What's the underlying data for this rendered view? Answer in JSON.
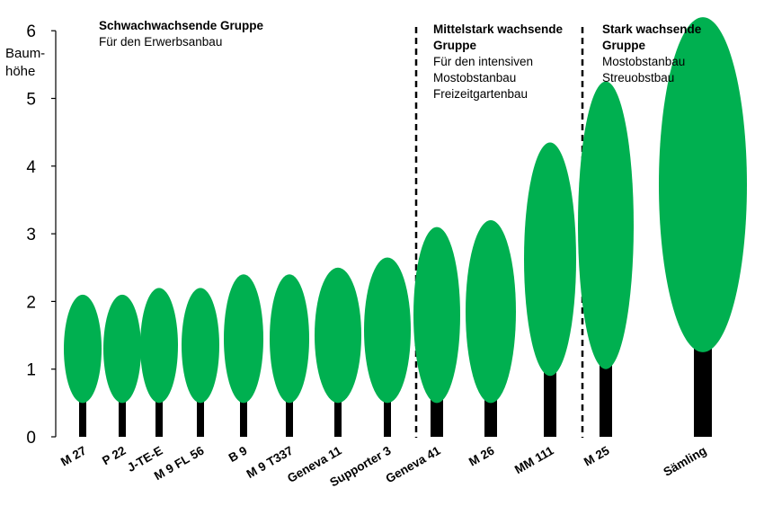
{
  "chart_data": {
    "type": "bar",
    "ylabel": "Baum-\nhöhe",
    "ylim": [
      0,
      6
    ],
    "yticks": [
      0,
      1,
      2,
      3,
      4,
      5,
      6
    ],
    "grid": false,
    "colors": {
      "crown": "#00b050",
      "trunk": "#000000"
    },
    "categories": [
      "M 27",
      "P 22",
      "J-TE-E",
      "M 9 FL 56",
      "B 9",
      "M 9 T337",
      "Geneva 11",
      "Supporter 3",
      "Geneva 41",
      "M 26",
      "MM 111",
      "M 25",
      "Sämling"
    ],
    "series": [
      {
        "name": "",
        "key": "height",
        "values": [
          2.1,
          2.1,
          2.2,
          2.2,
          2.4,
          2.4,
          2.5,
          2.65,
          3.1,
          3.2,
          4.35,
          5.25,
          6.2
        ]
      },
      {
        "name": "",
        "key": "crown_base",
        "values": [
          0.5,
          0.5,
          0.5,
          0.5,
          0.5,
          0.5,
          0.5,
          0.5,
          0.5,
          0.5,
          0.9,
          1.0,
          1.25
        ]
      }
    ],
    "groups": [
      {
        "title": "Schwachwachsende Gruppe",
        "lines": [
          "Für den Erwerbsanbau"
        ]
      },
      {
        "title": "Mittelstark wachsende Gruppe",
        "lines": [
          "Für den intensiven",
          "Mostobstanbau",
          "Freizeitgartenbau"
        ]
      },
      {
        "title": "Stark wachsende Gruppe",
        "lines": [
          "Mostobstanbau",
          "Streuobstbau"
        ]
      }
    ]
  }
}
